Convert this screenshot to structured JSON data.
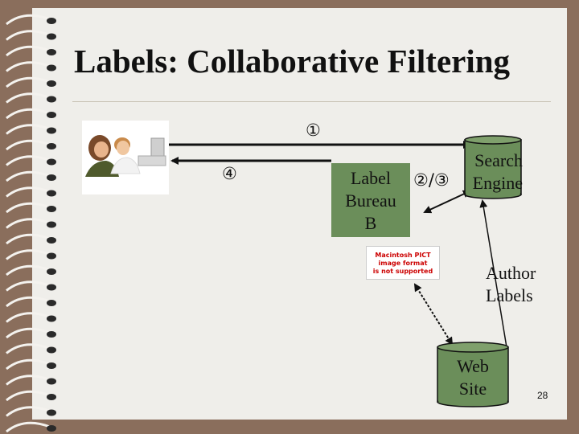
{
  "title": "Labels: Collaborative Filtering",
  "steps": {
    "step1": "①",
    "step4": "④",
    "step23": "②/③"
  },
  "label_bureau": {
    "line1": "Label",
    "line2": "Bureau",
    "line3": "B"
  },
  "search_engine": {
    "line1": "Search",
    "line2": "Engine"
  },
  "author_labels": {
    "line1": "Author",
    "line2": "Labels"
  },
  "web_site": {
    "line1": "Web",
    "line2": "Site"
  },
  "pict_placeholder": {
    "line1": "Macintosh PICT",
    "line2": "image format",
    "line3": "is not supported"
  },
  "page_number": "28",
  "colors": {
    "page": "#efeeea",
    "border": "#8a6e5c",
    "node_fill": "#6b8e5a"
  }
}
